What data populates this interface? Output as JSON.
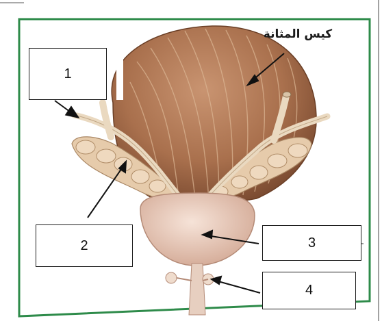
{
  "title_label": "كيس المثانة",
  "boxes": [
    {
      "id": "1",
      "text": "1"
    },
    {
      "id": "2",
      "text": "2"
    },
    {
      "id": "3",
      "text": "3"
    },
    {
      "id": "4",
      "text": "4"
    }
  ],
  "colors": {
    "frame": "#2e8b4a",
    "bladder": "#b07856",
    "bladder_stripe": "#d9b08e",
    "prostate": "#e9c8b8",
    "vesicle": "#e4cdb0",
    "duct": "#e6d5bd"
  }
}
